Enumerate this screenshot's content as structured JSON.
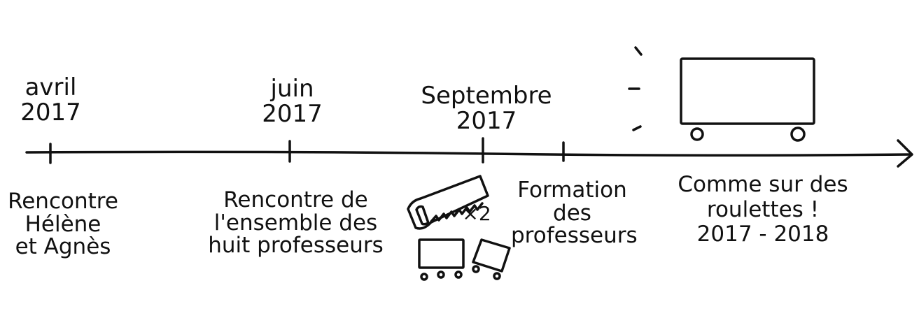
{
  "timeline": {
    "dates": [
      {
        "line1": "avril",
        "line2": "2017"
      },
      {
        "line1": "juin",
        "line2": "2017"
      },
      {
        "line1": "Septembre",
        "line2": "2017"
      }
    ],
    "events": [
      {
        "lines": [
          "Rencontre",
          "Hélène",
          "et Agnès"
        ]
      },
      {
        "lines": [
          "Rencontre de",
          "l'ensemble des",
          "huit professeurs"
        ]
      },
      {
        "multiplier": "×2"
      },
      {
        "lines": [
          "Formation",
          "des",
          "professeurs"
        ]
      },
      {
        "lines": [
          "Comme sur des",
          "roulettes !",
          "2017 - 2018"
        ]
      }
    ]
  }
}
